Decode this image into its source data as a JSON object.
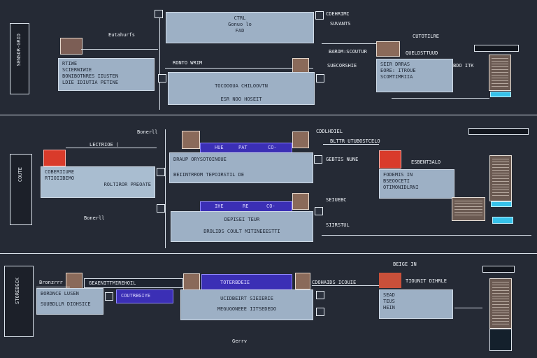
{
  "footer": {
    "label": "Gerrv"
  },
  "rows": [
    {
      "sidebar_label": "SENSOR-GRID",
      "head_panel": {
        "lines": [
          "CTRL",
          "Gonuo lo",
          "FAD"
        ]
      },
      "left_label": "Eutahurfs",
      "left_panel": {
        "title": "RTIWE",
        "lines": [
          "SCIERWIWIE",
          "BONIBOTNRES IIUSTEN",
          "LDIE IDIUTIA PETINE"
        ]
      },
      "mid_caption": "RONTO WRIM",
      "mid_panel": {
        "lines": [
          "TOCOOOUA CHILOOVTN",
          "ESR NOO HOSEIT"
        ]
      },
      "right_top": [
        "CDEHRIMI",
        "SUVANTS",
        "BAROM:SCOUTUR"
      ],
      "right_labels": [
        "SUECORSHIE",
        "CUTOTILRE"
      ],
      "right_panel": {
        "lines": [
          "SEIR DRRAS",
          "EORE: ITROUE",
          "SCOMTIMRIIA"
        ]
      },
      "far_right": [
        "QUELDSTTUUD",
        "BDO ITK"
      ]
    },
    {
      "sidebar_label": "COUTE",
      "left_label": "Bonerll",
      "left_label2": "LECTRIOE (",
      "left_panel": {
        "lines": [
          "COBERIIURE",
          "RTIOIIBEMO",
          "ROLTIROR PREOATE"
        ]
      },
      "tabs": [
        "HUE",
        "PAT",
        "CO-"
      ],
      "mid_panel": {
        "lines": [
          "DRAUP ORYSOTOINOUE",
          "BEIINTRROM TEPOIRSTIL DE"
        ]
      },
      "mid_panel2": {
        "tabs": [
          "IHE",
          "RE",
          "CO-"
        ],
        "lines": [
          "DEPISEI TEUR",
          "DROLIDS COULT MITINEEESTTI"
        ]
      },
      "right_top": [
        "CDDLHDIEL",
        "BLTTR UTUBOSTCELO"
      ],
      "right_labels": [
        "GEBTIS NUNE",
        "SEIUEBC",
        "SIIRSTUL"
      ],
      "right_panel": {
        "lines": [
          "FODEMIS IN",
          "BSEOOCETI",
          "OTIMONIDLRNI"
        ]
      },
      "far_right": [
        "ESBENT3ALO"
      ]
    },
    {
      "sidebar_label": "STOREBGCK",
      "left_label": "Bronzrrr",
      "left_panel": {
        "lines": [
          "BORDNCE LUSEN",
          "SUUBDLLR DIOHSICE"
        ]
      },
      "tabs": [
        "GEAENITTMIREHOIL",
        "COUTRBGIYE",
        "TOTERBDEIE"
      ],
      "mid_panel": {
        "lines": [
          "UCIDBEIRT SIEIERIE",
          "MEGUGONEEE IITSEDEDO"
        ]
      },
      "right_top": [
        "CDOHAIDS ICOUIE",
        "TIOUNIT DIHRLE"
      ],
      "right_panel": {
        "lines": [
          "SEAD",
          "TEUS",
          "HEIN"
        ]
      },
      "far_right": [
        "BEIGE IN"
      ]
    }
  ]
}
